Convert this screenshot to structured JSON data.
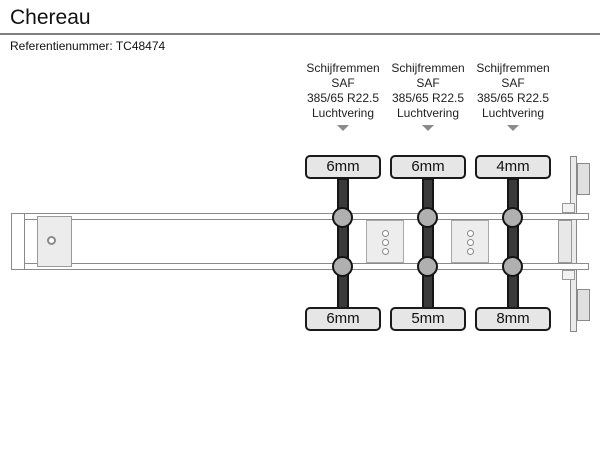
{
  "header": {
    "title": "Chereau",
    "reference": "Referentienummer: TC48474"
  },
  "axles": [
    {
      "specs": [
        "Schijfremmen",
        "SAF",
        "385/65 R22.5",
        "Luchtvering"
      ],
      "pad_top": "6mm",
      "pad_bottom": "6mm"
    },
    {
      "specs": [
        "Schijfremmen",
        "SAF",
        "385/65 R22.5",
        "Luchtvering"
      ],
      "pad_top": "6mm",
      "pad_bottom": "5mm"
    },
    {
      "specs": [
        "Schijfremmen",
        "SAF",
        "385/65 R22.5",
        "Luchtvering"
      ],
      "pad_top": "4mm",
      "pad_bottom": "8mm"
    }
  ],
  "colors": {
    "axle_dark": "#3a3a3a",
    "hub_gray": "#b0b0b0",
    "label_bg": "#e6e6e6",
    "outline_gray": "#8a8a8a",
    "plate_gray": "#ececec",
    "text": "#1a1a1a"
  }
}
